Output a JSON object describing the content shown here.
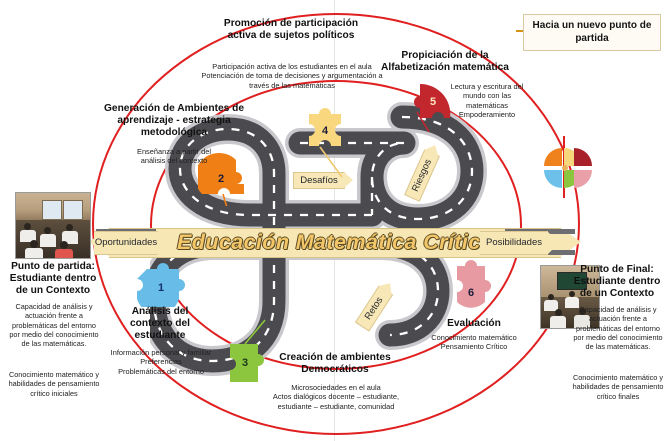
{
  "diagram": {
    "center_banner": {
      "title": "Educación Matemática Crítica",
      "left_tag": "Oportunidades",
      "right_tag": "Posibilidades"
    },
    "road_labels": [
      {
        "id": "desafios",
        "text": "Desafíos"
      },
      {
        "id": "riesgos",
        "text": "Riesgos"
      },
      {
        "id": "retos",
        "text": "Retos"
      }
    ],
    "callout": {
      "text": "Hacia un nuevo punto de partida"
    },
    "left_anchor": {
      "title": "Punto de partida: Estudiante dentro de un Contexto",
      "body": "Capacidad de análisis y actuación frente a problemáticas del entorno por medio del conocimiento de las matemáticas.",
      "footer": "Conocimiento matemático y habilidades de pensamiento crítico iniciales",
      "photo_alt": "classroom-photo-start"
    },
    "right_anchor": {
      "title": "Punto de Final: Estudiante dentro de un Contexto",
      "body": "Capacidad de análisis y actuación frente a problemáticas del entorno por medio del conocimiento de las matemáticas.",
      "footer": "Conocimiento matemático y habilidades de pensamiento crítico finales",
      "photo_alt": "classroom-photo-end"
    },
    "stages": [
      {
        "number": "1",
        "color": "#67bde8",
        "title": "Análisis del contexto del estudiante",
        "lines": [
          "Información personal y familiar",
          "Preferencias",
          "Problemáticas del entorno"
        ]
      },
      {
        "number": "2",
        "color": "#f07f16",
        "title": "Generación de Ambientes de aprendizaje - estrategia metodológica",
        "lines": [
          "Enseñanza a partir del",
          "análisis del contexto"
        ]
      },
      {
        "number": "3",
        "color": "#8cc63e",
        "title": "Creación de ambientes Democráticos",
        "lines": [
          "Microsociedades en el aula",
          "Actos dialógicos docente – estudiante, estudiante – estudiante, comunidad"
        ]
      },
      {
        "number": "4",
        "color": "#f9d77e",
        "title": "Promoción de participación activa de sujetos políticos",
        "lines": [
          "Participación activa de los estudiantes en el aula",
          "Potenciación de toma de decisiones y argumentación a través de las matemáticas"
        ]
      },
      {
        "number": "5",
        "color": "#c1272d",
        "title": "Propiciación de la Alfabetización matemática",
        "lines": [
          "Lectura y escritura del mundo con las matemáticas",
          "Empoderamiento"
        ]
      },
      {
        "number": "6",
        "color": "#e79aa2",
        "title": "Evaluación",
        "lines": [
          "Conocimiento matemático",
          "Pensamiento Crítico"
        ]
      }
    ],
    "puzzle_assembled": {
      "name": "completed-puzzle",
      "piece_colors": [
        "#f0821e",
        "#f7d77c",
        "#a8202a",
        "#6cc0ea",
        "#8cc63e",
        "#eaa0a8"
      ]
    },
    "colors": {
      "ring": "#e02020",
      "road": "#4b4b4f",
      "road_edge": "#c9c9cd",
      "banner": "#f7e7b5",
      "title_text": "#f3c669"
    }
  }
}
